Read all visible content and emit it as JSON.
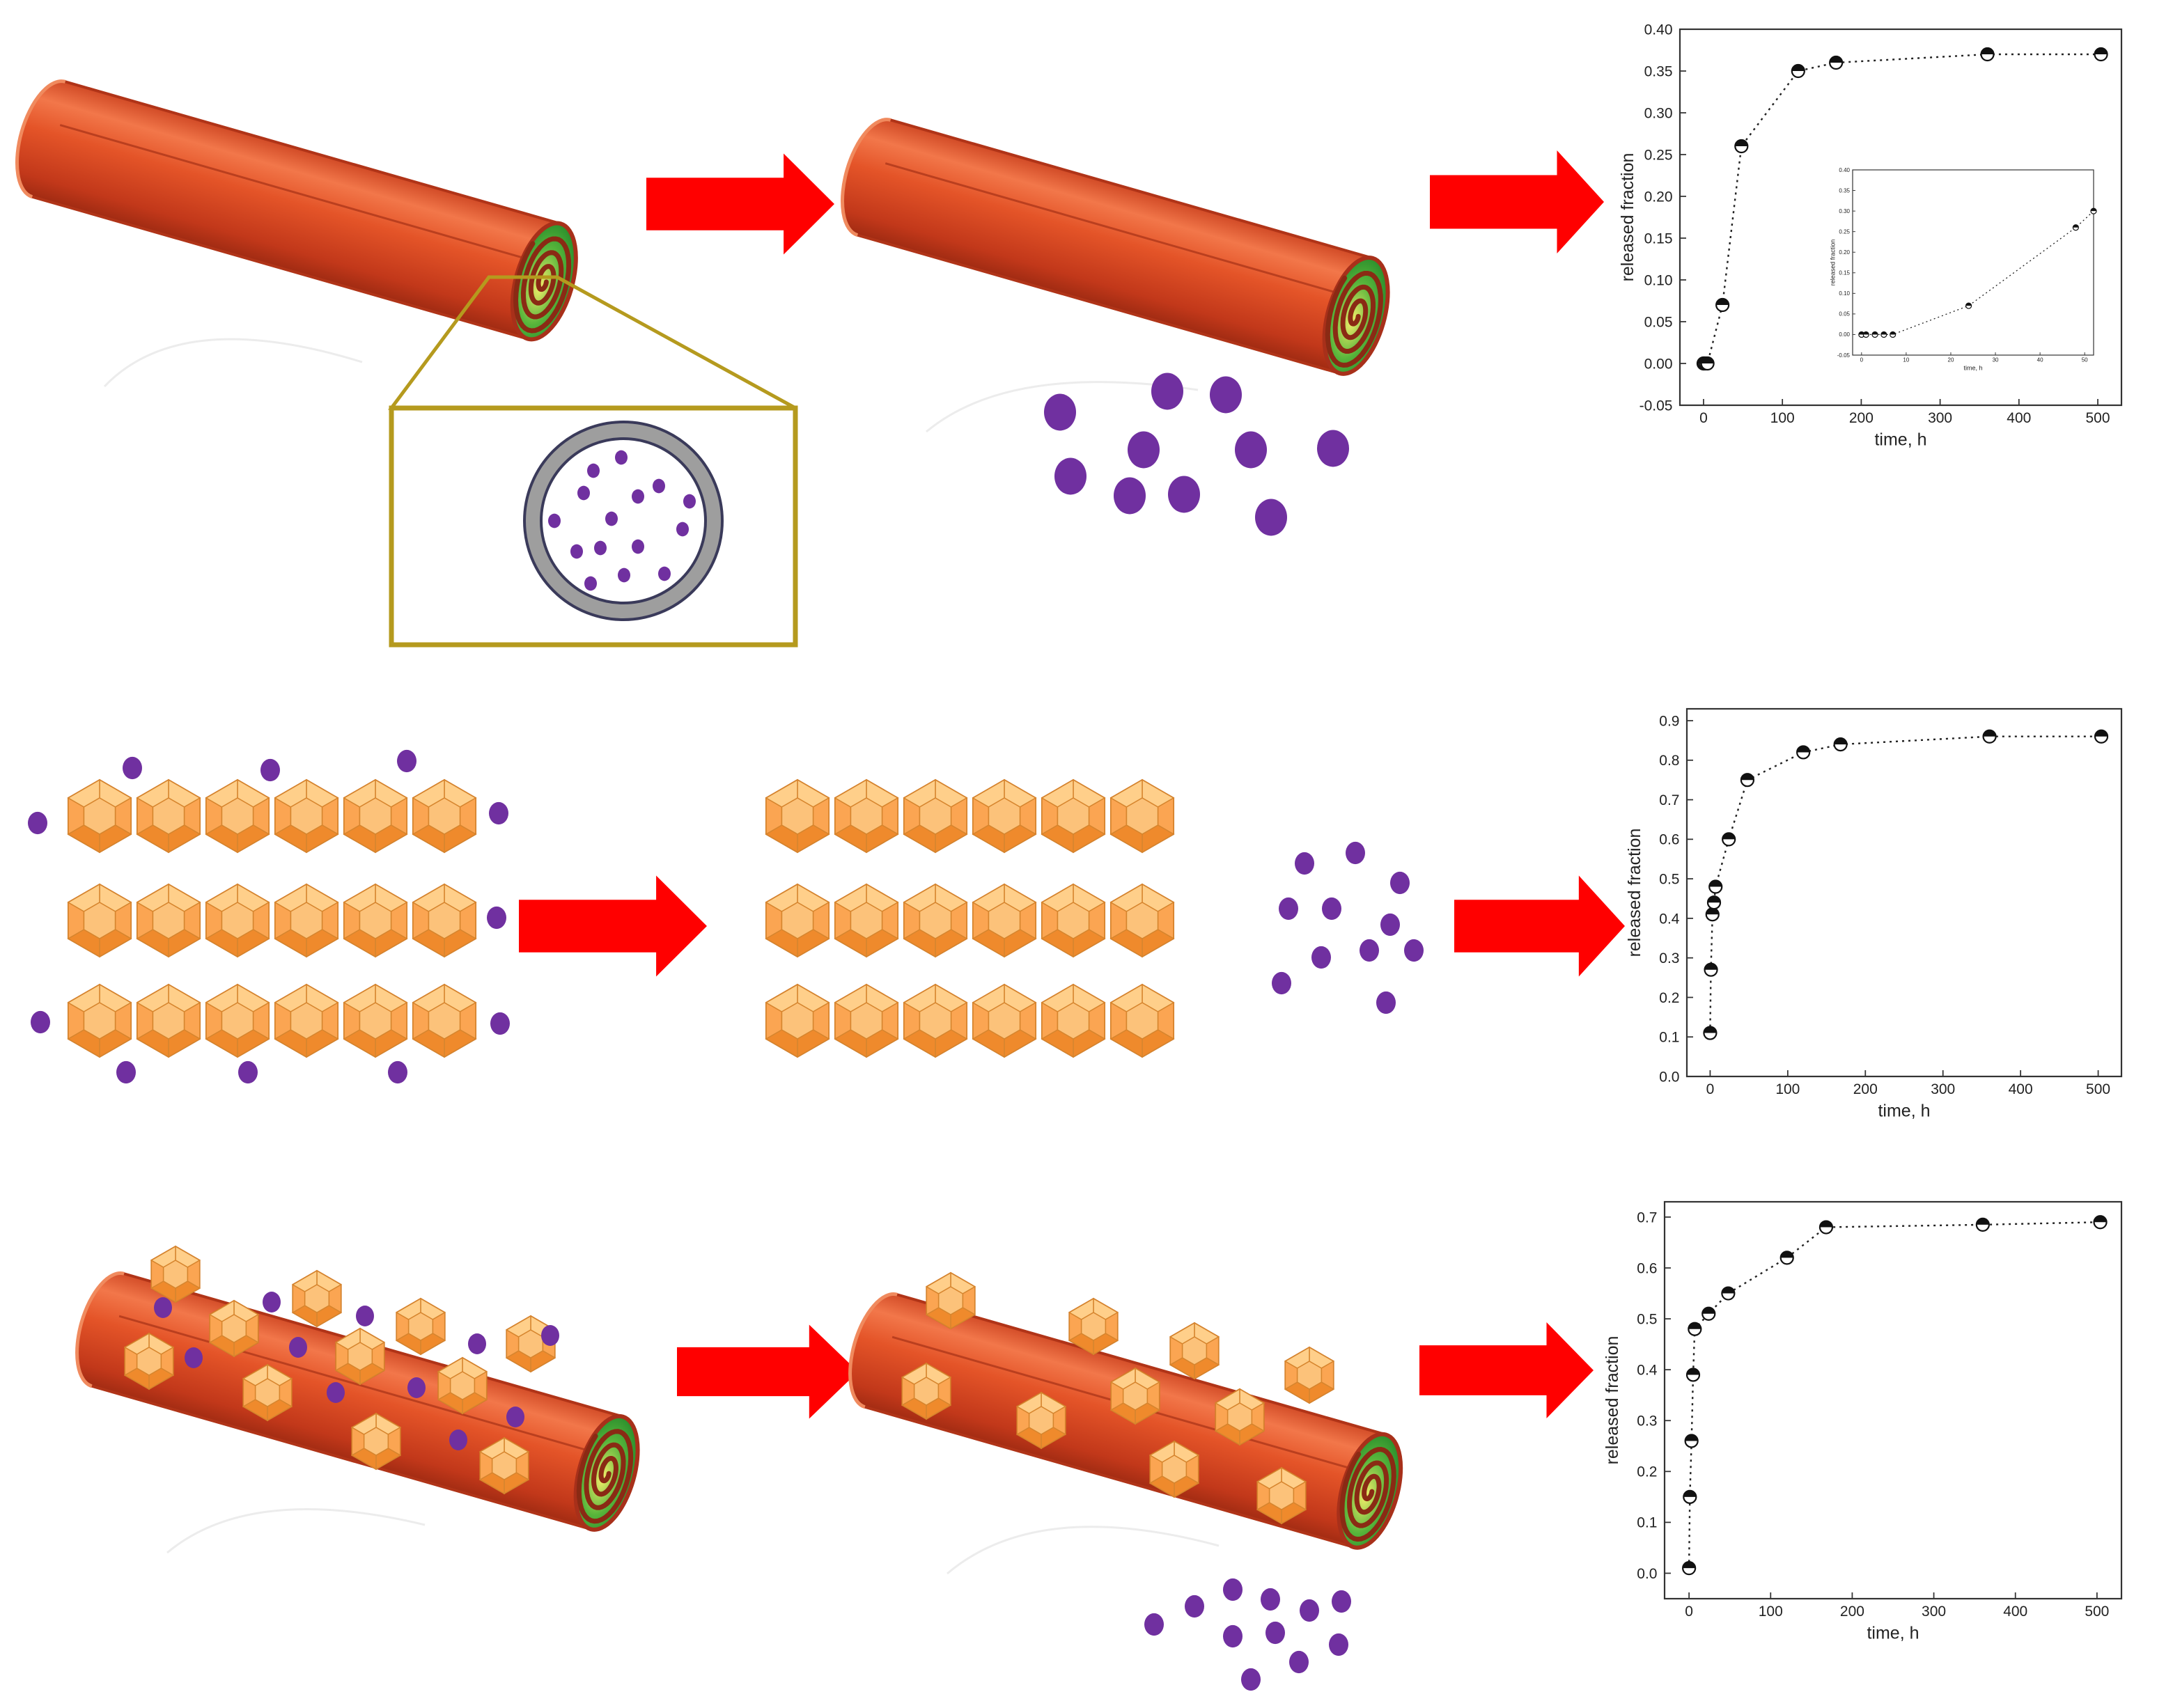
{
  "colors": {
    "tube_main": "#e0502a",
    "tube_dark": "#b03418",
    "tube_light": "#f08a5e",
    "spiral_green": "#3aa83a",
    "spiral_yellow": "#f0e65a",
    "arrow": "#ff0000",
    "cluster_light": "#ffcf8a",
    "cluster_mid": "#fba552",
    "cluster_dark": "#ef8a2c",
    "molecule": "#7030a0",
    "zoom_frame": "#b59a1e",
    "ring": "#9e9e9e"
  },
  "chart_data": [
    {
      "type": "scatter",
      "xlabel": "time, h",
      "ylabel": "released fraction",
      "xlim": [
        -30,
        530
      ],
      "ylim": [
        -0.05,
        0.4
      ],
      "xticks": [
        0,
        100,
        200,
        300,
        400,
        500
      ],
      "yticks": [
        -0.05,
        0.0,
        0.05,
        0.1,
        0.15,
        0.2,
        0.25,
        0.3,
        0.35,
        0.4
      ],
      "ytick_labels": [
        "-0.05",
        "0.00",
        "0.05",
        "0.10",
        "0.15",
        "0.20",
        "0.25",
        "0.30",
        "0.35",
        "0.40"
      ],
      "x": [
        0,
        1,
        3,
        5,
        24,
        48,
        120,
        168,
        360,
        504
      ],
      "y": [
        0.0,
        0.0,
        0.0,
        0.0,
        0.07,
        0.26,
        0.35,
        0.36,
        0.37,
        0.37
      ],
      "inset": {
        "xlabel": "time, h",
        "ylabel": "released fraction",
        "xlim": [
          -2,
          52
        ],
        "ylim": [
          -0.05,
          0.4
        ],
        "xticks": [
          0,
          10,
          20,
          30,
          40,
          50
        ],
        "yticks": [
          -0.05,
          0.0,
          0.05,
          0.1,
          0.15,
          0.2,
          0.25,
          0.3,
          0.35,
          0.4
        ],
        "ytick_labels": [
          "-0.05",
          "0.00",
          "0.05",
          "0.10",
          "0.15",
          "0.20",
          "0.25",
          "0.30",
          "0.35",
          "0.40"
        ],
        "x": [
          0,
          1,
          3,
          5,
          7,
          24,
          48,
          52
        ],
        "y": [
          0.0,
          0.0,
          0.0,
          0.0,
          0.0,
          0.07,
          0.26,
          0.3
        ]
      }
    },
    {
      "type": "scatter",
      "xlabel": "time, h",
      "ylabel": "released fraction",
      "xlim": [
        -30,
        530
      ],
      "ylim": [
        0.0,
        0.93
      ],
      "xticks": [
        0,
        100,
        200,
        300,
        400,
        500
      ],
      "yticks": [
        0.0,
        0.1,
        0.2,
        0.3,
        0.4,
        0.5,
        0.6,
        0.7,
        0.8,
        0.9
      ],
      "ytick_labels": [
        "0.0",
        "0.1",
        "0.2",
        "0.3",
        "0.4",
        "0.5",
        "0.6",
        "0.7",
        "0.8",
        "0.9"
      ],
      "x": [
        0,
        1,
        3,
        5,
        7,
        24,
        48,
        120,
        168,
        360,
        504
      ],
      "y": [
        0.11,
        0.27,
        0.41,
        0.44,
        0.48,
        0.6,
        0.75,
        0.82,
        0.84,
        0.86,
        0.86
      ]
    },
    {
      "type": "scatter",
      "xlabel": "time, h",
      "ylabel": "released fraction",
      "xlim": [
        -30,
        530
      ],
      "ylim": [
        -0.05,
        0.73
      ],
      "xticks": [
        0,
        100,
        200,
        300,
        400,
        500
      ],
      "yticks": [
        0.0,
        0.1,
        0.2,
        0.3,
        0.4,
        0.5,
        0.6,
        0.7
      ],
      "ytick_labels": [
        "0.0",
        "0.1",
        "0.2",
        "0.3",
        "0.4",
        "0.5",
        "0.6",
        "0.7"
      ],
      "x": [
        0,
        1,
        3,
        5,
        7,
        24,
        48,
        120,
        168,
        360,
        504
      ],
      "y": [
        0.01,
        0.15,
        0.26,
        0.39,
        0.48,
        0.51,
        0.55,
        0.62,
        0.68,
        0.685,
        0.69
      ]
    }
  ]
}
